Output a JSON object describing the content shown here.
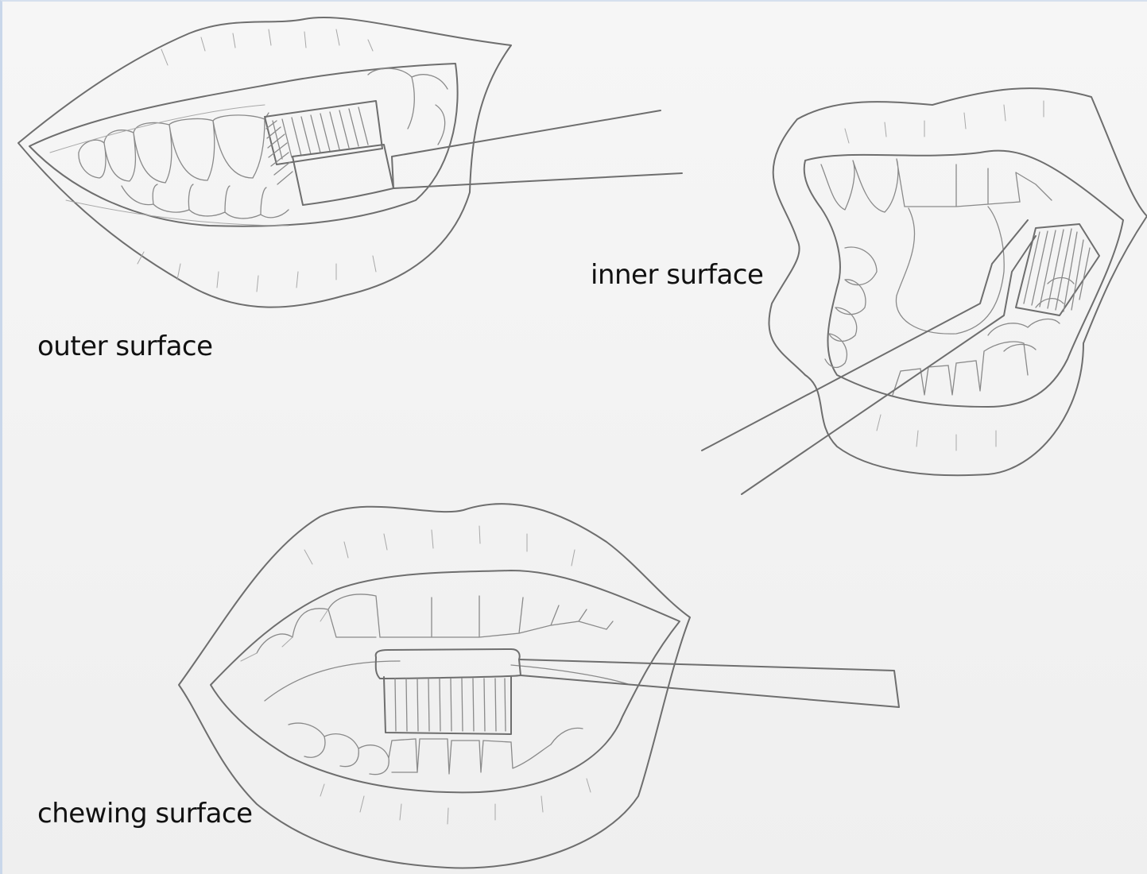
{
  "figure": {
    "labels": {
      "outer": "outer surface",
      "inner": "inner surface",
      "chewing": "chewing surface"
    }
  },
  "colors": {
    "paper": "#f3f3f3",
    "pencil": "#6e6e6e",
    "text": "#111111"
  },
  "icons": [
    "mouth-outer-illustration",
    "mouth-inner-illustration",
    "mouth-chewing-illustration",
    "toothbrush-icon"
  ]
}
